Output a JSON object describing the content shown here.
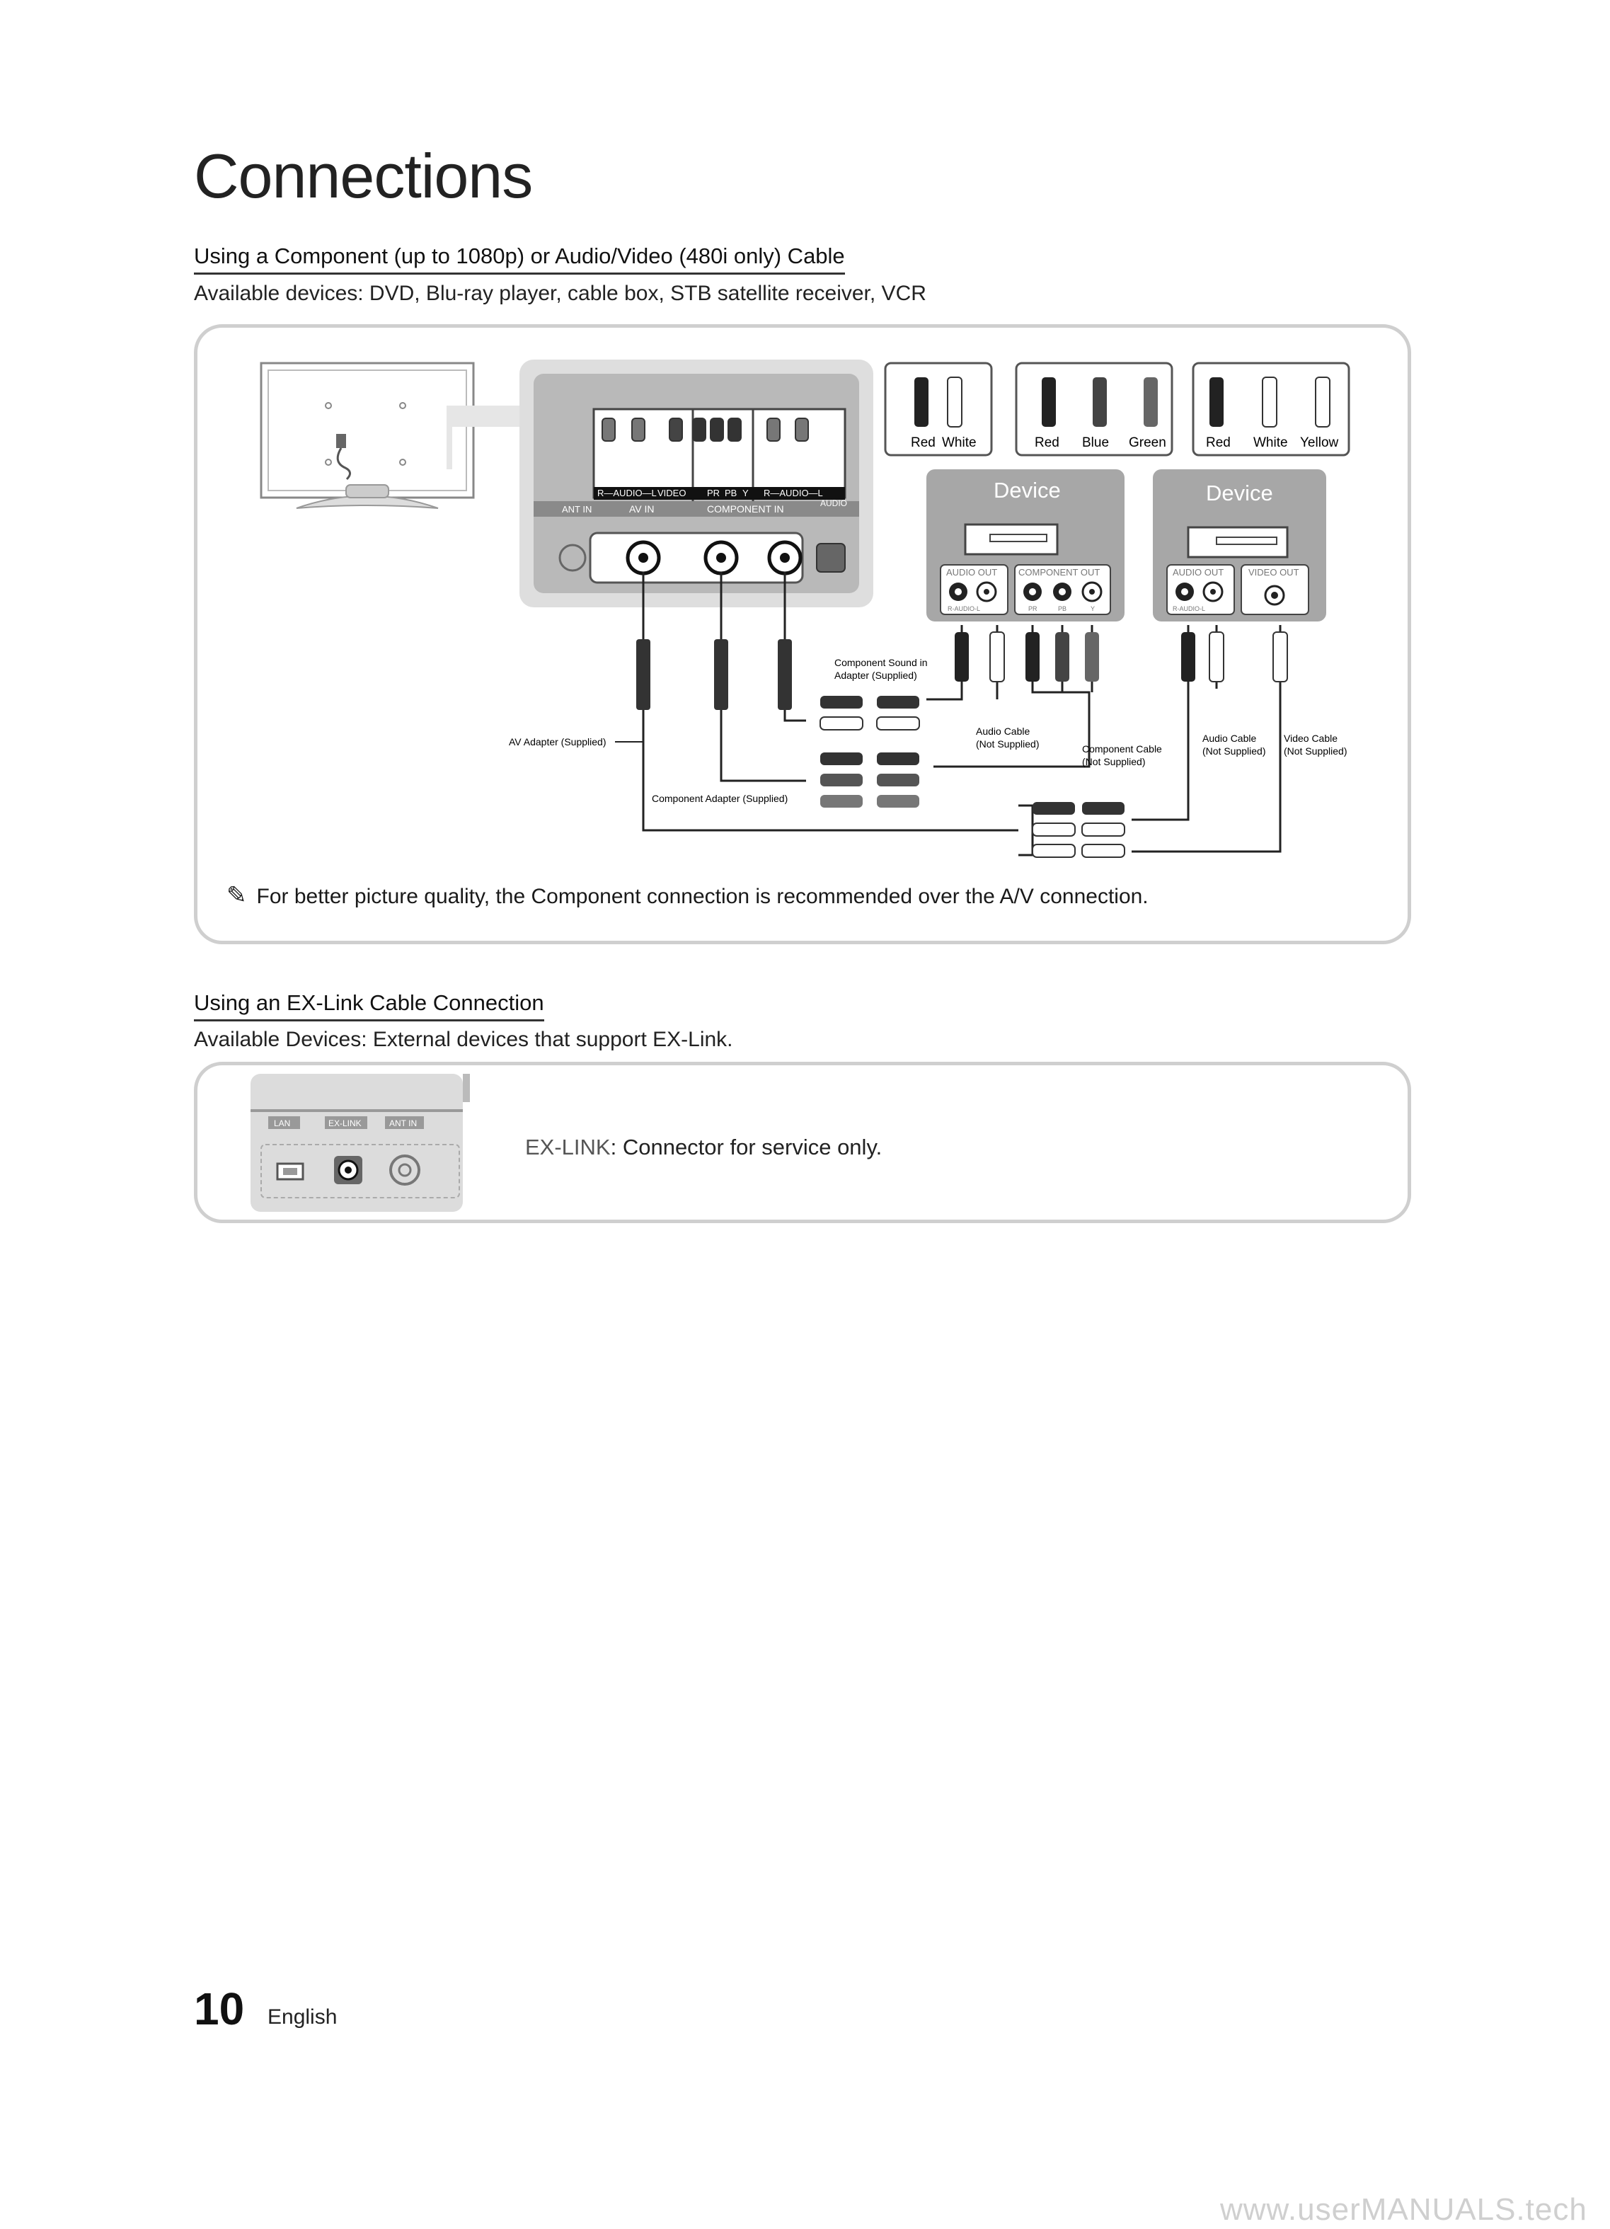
{
  "page": {
    "title": "Connections",
    "page_number": "10",
    "language": "English",
    "watermark": "www.userMANUALS.tech"
  },
  "section1": {
    "heading": "Using a Component (up to 1080p) or Audio/Video (480i only) Cable",
    "available_devices": "Available devices: DVD, Blu-ray player, cable box, STB satellite receiver, VCR",
    "diagram": {
      "tv_port_labels": {
        "ant_in": "ANT IN",
        "av_in": "AV IN",
        "component_in": "COMPONENT IN",
        "audio_out": "AUDIO OUT",
        "audio_strip": "R—AUDIO—L",
        "video": "VIDEO",
        "pr": "PR",
        "pb": "PB",
        "y": "Y",
        "audio_strip_2": "R—AUDIO—L",
        "audio_out_short": "AUDIO"
      },
      "legend_group_1": [
        "Red",
        "White"
      ],
      "legend_group_2": [
        "Red",
        "Blue",
        "Green"
      ],
      "legend_group_3": [
        "Red",
        "White",
        "Yellow"
      ],
      "device_1": {
        "label": "Device",
        "port_audio_out": "AUDIO OUT",
        "port_component_out": "COMPONENT OUT",
        "sub_audio": "R-AUDIO-L",
        "sub_pr": "PR",
        "sub_pb": "PB",
        "sub_y": "Y"
      },
      "device_2": {
        "label": "Device",
        "port_audio_out": "AUDIO OUT",
        "port_video_out": "VIDEO OUT",
        "sub_audio": "R-AUDIO-L"
      },
      "callouts": {
        "component_sound_adapter": [
          "Component Sound in",
          "Adapter (Supplied)"
        ],
        "av_adapter": "AV Adapter (Supplied)",
        "component_adapter": "Component Adapter (Supplied)",
        "audio_cable_1": [
          "Audio Cable",
          "(Not Supplied)"
        ],
        "component_cable": [
          "Component Cable",
          "(Not Supplied)"
        ],
        "audio_cable_2": [
          "Audio Cable",
          "(Not Supplied)"
        ],
        "video_cable": [
          "Video Cable",
          "(Not Supplied)"
        ]
      }
    },
    "note": "For better picture quality, the Component connection is recommended over the A/V connection."
  },
  "section2": {
    "heading": "Using an EX-Link Cable Connection",
    "available_devices": "Available Devices: External devices that support EX-Link.",
    "ports": {
      "lan": "LAN",
      "exlink": "EX-LINK",
      "ant_in": "ANT IN"
    },
    "exlink_term": "EX-LINK",
    "exlink_desc": ": Connector for service only."
  },
  "colors": {
    "panel_border": "#cfcfcf",
    "device_box": "#a7a7a7",
    "port_panel": "#d9d9d9"
  }
}
